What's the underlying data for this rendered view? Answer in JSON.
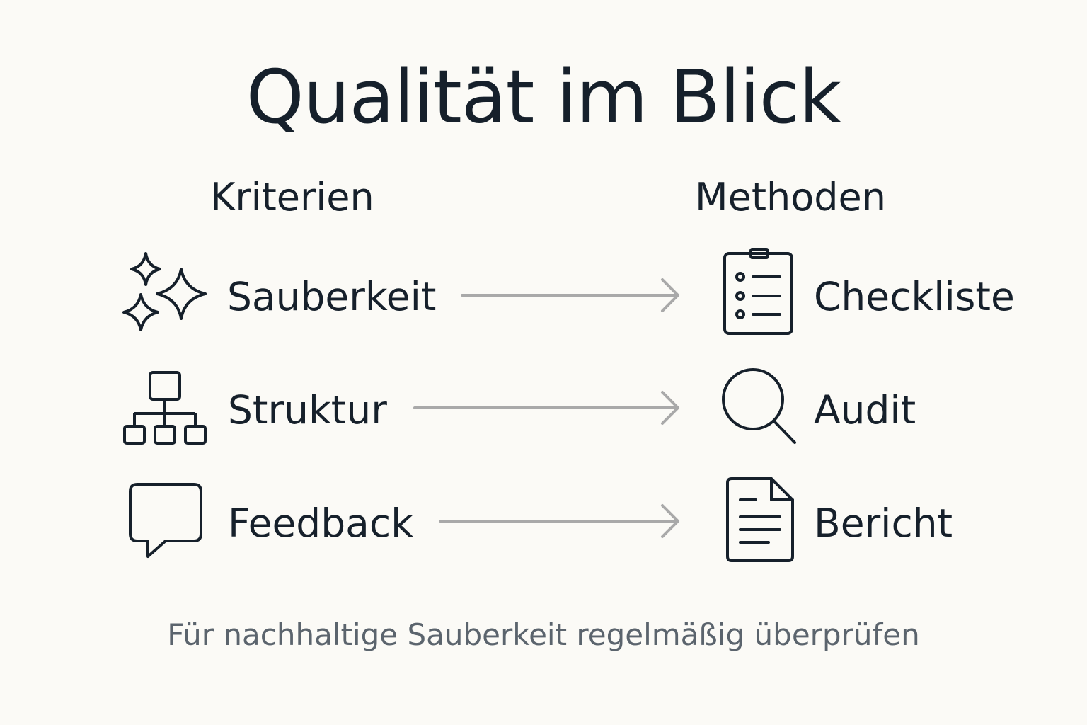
{
  "title": "Qualität im Blick",
  "columns": {
    "left_heading": "Kriterien",
    "right_heading": "Methoden"
  },
  "rows": [
    {
      "criterion": "Sauberkeit",
      "criterion_icon": "sparkles-icon",
      "method": "Checkliste",
      "method_icon": "clipboard-checklist-icon"
    },
    {
      "criterion": "Struktur",
      "criterion_icon": "hierarchy-icon",
      "method": "Audit",
      "method_icon": "magnifier-icon"
    },
    {
      "criterion": "Feedback",
      "criterion_icon": "speech-bubble-icon",
      "method": "Bericht",
      "method_icon": "document-icon"
    }
  ],
  "footer": "Für nachhaltige Sauberkeit regelmäßig überprüfen",
  "colors": {
    "text": "#16202b",
    "arrow": "#a9a9a9",
    "footer": "#5b646d",
    "background": "#fbfaf6"
  }
}
